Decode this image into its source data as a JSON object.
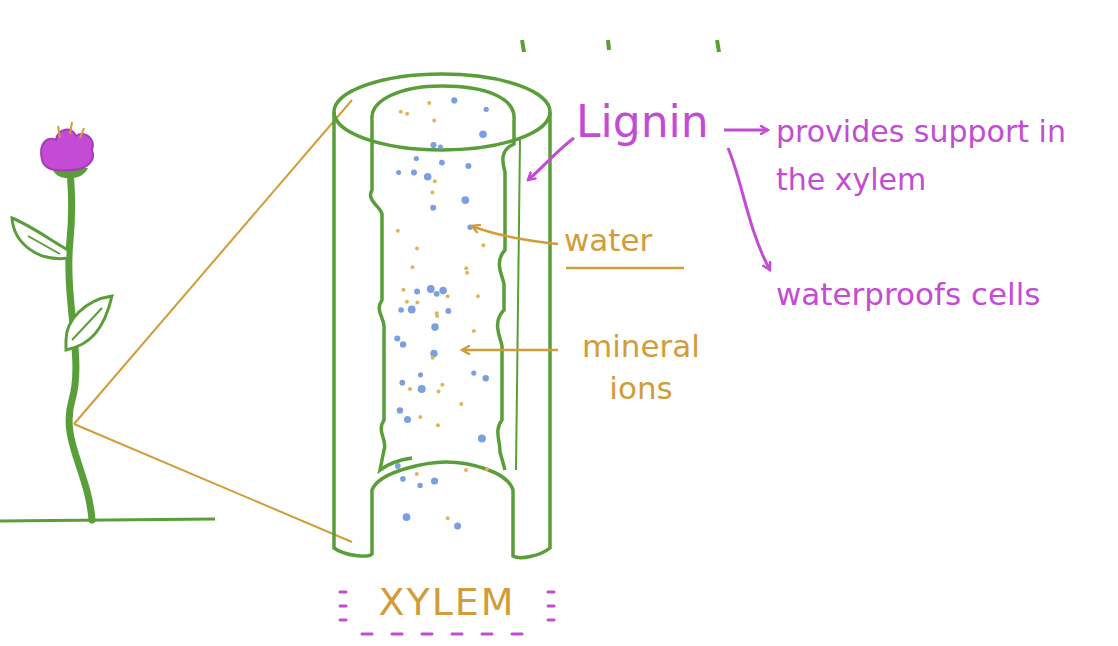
{
  "diagram": {
    "labels": [
      "Lignin",
      "provides support in the xylem",
      "waterproofs cells",
      "water",
      "mineral ions",
      "XYLEM"
    ]
  }
}
